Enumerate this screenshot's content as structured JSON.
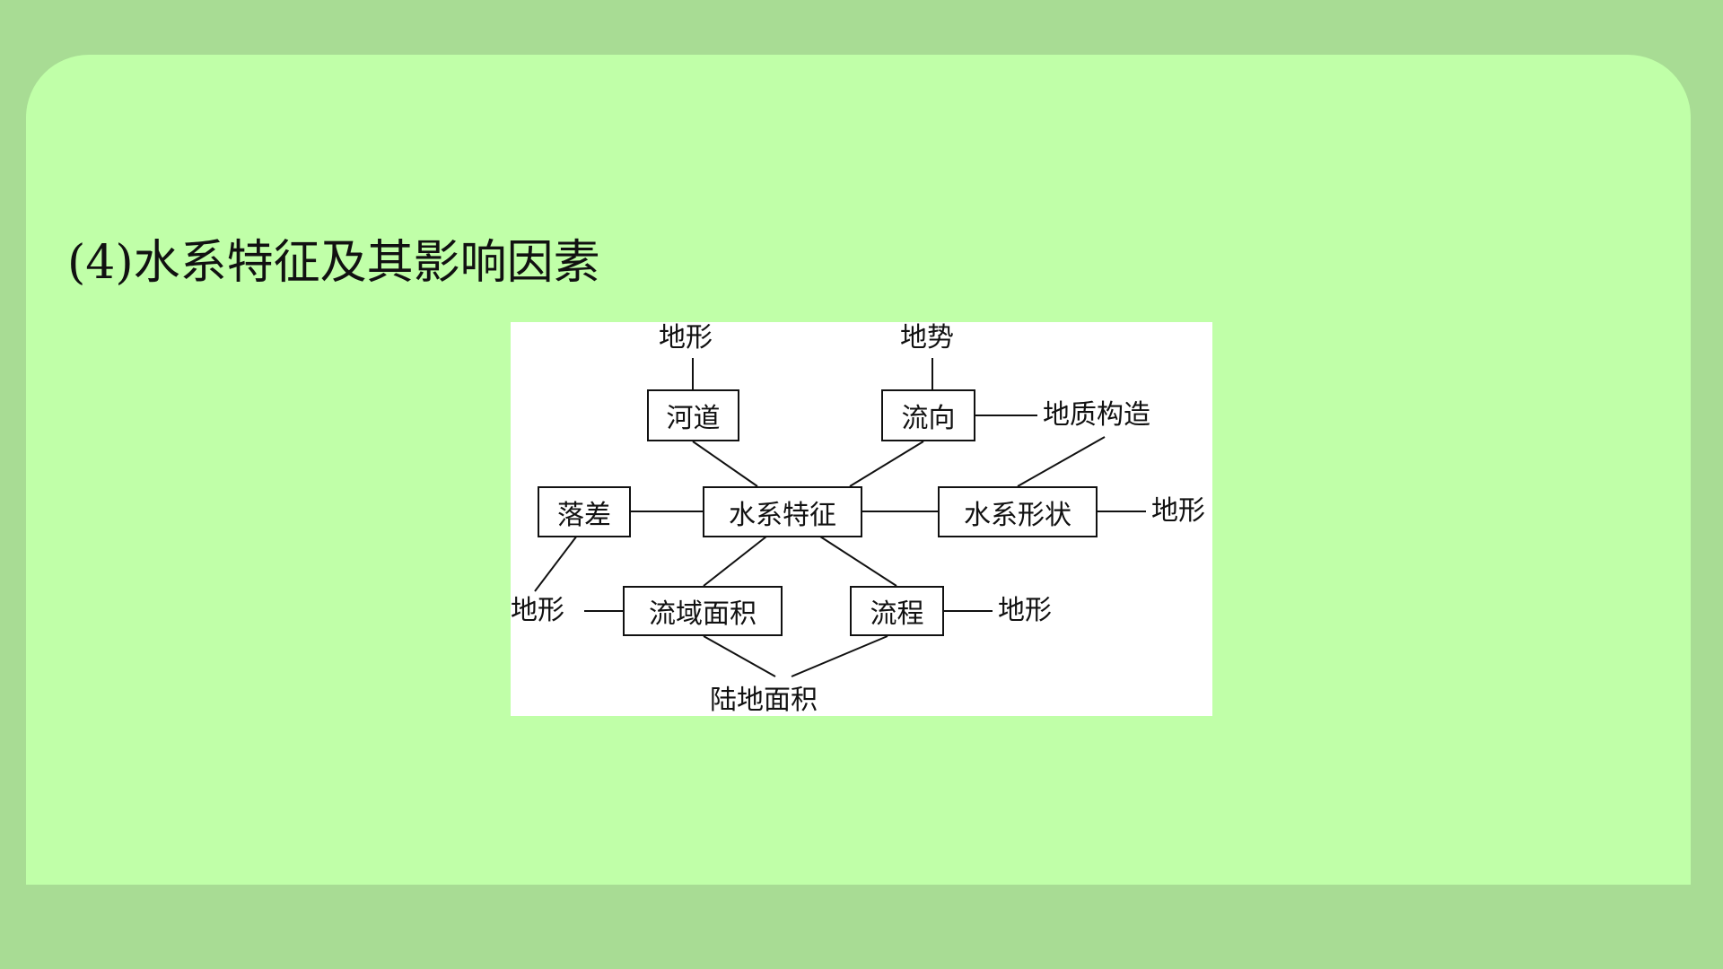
{
  "slide": {
    "title": "(4)水系特征及其影响因素"
  },
  "diagram": {
    "center": "水系特征",
    "nodes": {
      "hedao": "河道",
      "liuxiang": "流向",
      "luocha": "落差",
      "shape": "水系形状",
      "area": "流域面积",
      "liucheng": "流程"
    },
    "factors": {
      "hedao_factor": "地形",
      "liuxiang_top": "地势",
      "liuxiang_right": "地质构造",
      "shape_right": "地形",
      "luocha_factor": "地形",
      "liucheng_right": "地形",
      "bottom": "陆地面积"
    }
  }
}
